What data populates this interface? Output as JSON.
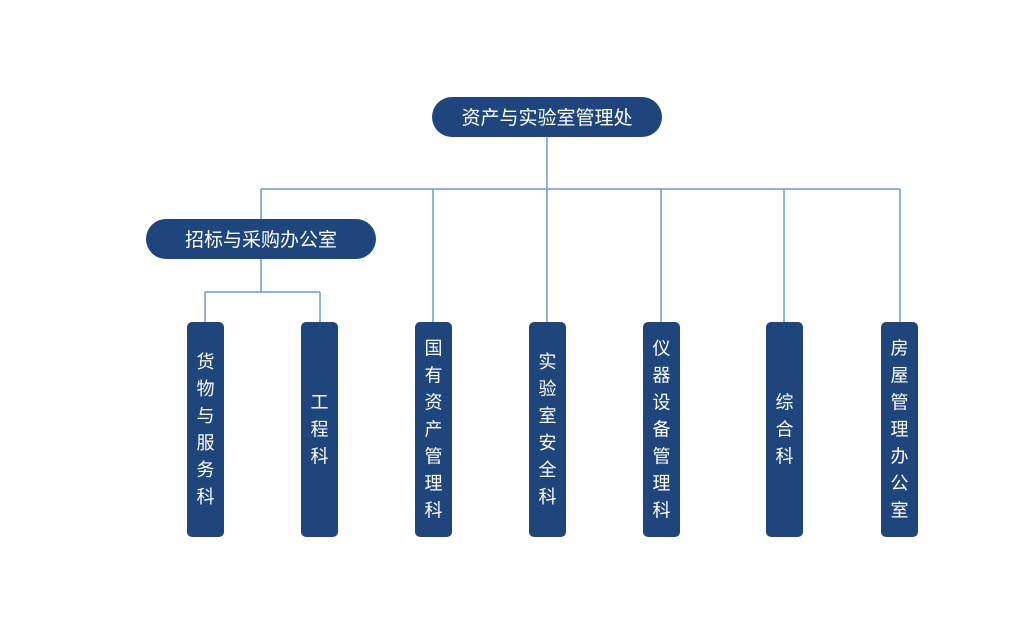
{
  "colors": {
    "node_fill": "#1f467c",
    "connector": "#6e9ac8",
    "text": "#ffffff"
  },
  "nodes": {
    "root": {
      "label": "资产与实验室管理处"
    },
    "procurement_office": {
      "label": "招标与采购办公室"
    },
    "units": [
      {
        "id": "goods-services",
        "label": "货物与服务科"
      },
      {
        "id": "engineering",
        "label": "工程科"
      },
      {
        "id": "state-assets",
        "label": "国有资产管理科"
      },
      {
        "id": "lab-safety",
        "label": "实验室安全科"
      },
      {
        "id": "instrument-equipment",
        "label": "仪器设备管理科"
      },
      {
        "id": "general",
        "label": "综合科"
      },
      {
        "id": "housing-management",
        "label": "房屋管理办公室"
      }
    ]
  }
}
